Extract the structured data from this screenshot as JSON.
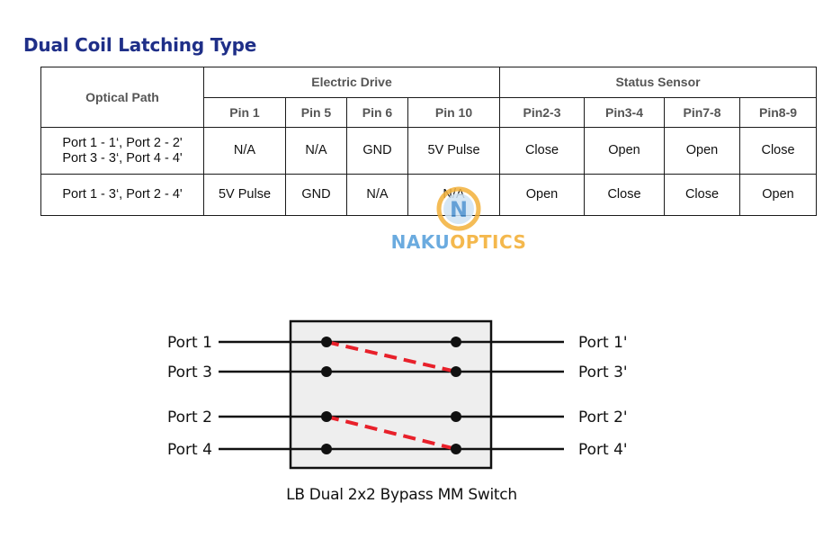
{
  "title": "Dual Coil Latching Type",
  "table": {
    "optical_path_header": "Optical Path",
    "electric_drive_header": "Electric Drive",
    "status_sensor_header": "Status Sensor",
    "columns": [
      "Pin 1",
      "Pin 5",
      "Pin 6",
      "Pin 10",
      "Pin2-3",
      "Pin3-4",
      "Pin7-8",
      "Pin8-9"
    ],
    "rows": [
      {
        "path_line1": "Port 1 - 1‘,  Port 2 - 2'",
        "path_line2": "Port 3 - 3‘,  Port 4 - 4'",
        "cells": [
          "N/A",
          "N/A",
          "GND",
          "5V Pulse",
          "Close",
          "Open",
          "Open",
          "Close"
        ]
      },
      {
        "path_line1": "Port 1 - 3‘,  Port 2 - 4'",
        "path_line2": "",
        "cells": [
          "5V Pulse",
          "GND",
          "N/A",
          "N/A",
          "Open",
          "Close",
          "Close",
          "Open"
        ]
      }
    ]
  },
  "watermark": {
    "letter": "N",
    "word_part1": "NAKU",
    "word_part2": "OPTICS",
    "color_blue": "#5ba3dc",
    "color_orange": "#f3b13a"
  },
  "diagram": {
    "left_ports": [
      "Port 1",
      "Port 3",
      "Port 2",
      "Port 4"
    ],
    "right_ports": [
      "Port 1'",
      "Port 3'",
      "Port 2'",
      "Port 4'"
    ],
    "path_color": "#e8202a",
    "caption": "LB Dual 2x2 Bypass MM Switch"
  }
}
